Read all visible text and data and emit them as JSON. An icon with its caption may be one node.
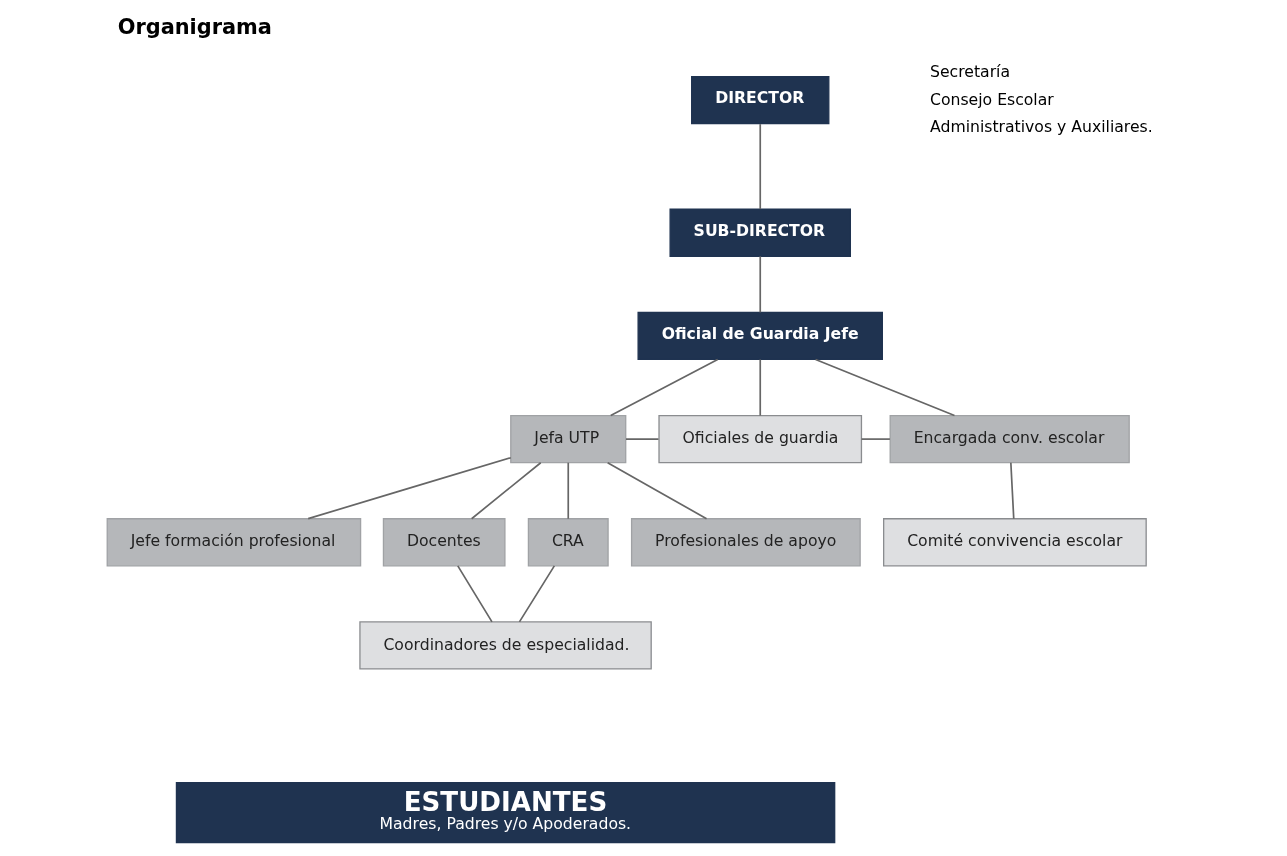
{
  "diagram": {
    "title": "Organigrama",
    "nodes": [
      {
        "text": [
          "DIRECTOR"
        ]
      },
      {
        "text": [
          "SUB-DIRECTOR"
        ]
      },
      {
        "text": [
          "Oficial de Guardia Jefe"
        ]
      },
      {
        "text": [
          "Jefa UTP"
        ]
      },
      {
        "text": [
          "Oficiales de guardia"
        ]
      },
      {
        "text": [
          "Encargada conv. escolar"
        ]
      },
      {
        "text": [
          "Jefe formación profesional"
        ]
      },
      {
        "text": [
          "Docentes"
        ]
      },
      {
        "text": [
          "CRA"
        ]
      },
      {
        "text": [
          "Profesionales de apoyo"
        ]
      },
      {
        "text": [
          "Comité convivencia escolar"
        ]
      },
      {
        "text": [
          "Coordinadores de especialidad."
        ]
      },
      {
        "text": [
          "ESTUDIANTES",
          "Madres, Padres y/o Apoderados."
        ]
      }
    ],
    "edges": [
      {
        "from": 0,
        "to": 1,
        "arrow": "none"
      },
      {
        "from": 1,
        "to": 2,
        "arrow": "none"
      },
      {
        "from": 2,
        "to": 3,
        "arrow": "none"
      },
      {
        "from": 2,
        "to": 4,
        "arrow": "none"
      },
      {
        "from": 2,
        "to": 5,
        "arrow": "none"
      },
      {
        "from": 3,
        "to": 4,
        "arrow": "none"
      },
      {
        "from": 4,
        "to": 5,
        "arrow": "none"
      },
      {
        "from": 3,
        "to": 6,
        "arrow": "none"
      },
      {
        "from": 3,
        "to": 7,
        "arrow": "none"
      },
      {
        "from": 3,
        "to": 8,
        "arrow": "none"
      },
      {
        "from": 3,
        "to": 9,
        "arrow": "none"
      },
      {
        "from": 5,
        "to": 10,
        "arrow": "none"
      },
      {
        "from": 7,
        "to": 11,
        "arrow": "none"
      },
      {
        "from": 8,
        "to": 11,
        "arrow": "none"
      }
    ],
    "labels": [
      "Secretaría",
      "Consejo Escolar",
      "Administrativos y Auxiliares."
    ]
  }
}
